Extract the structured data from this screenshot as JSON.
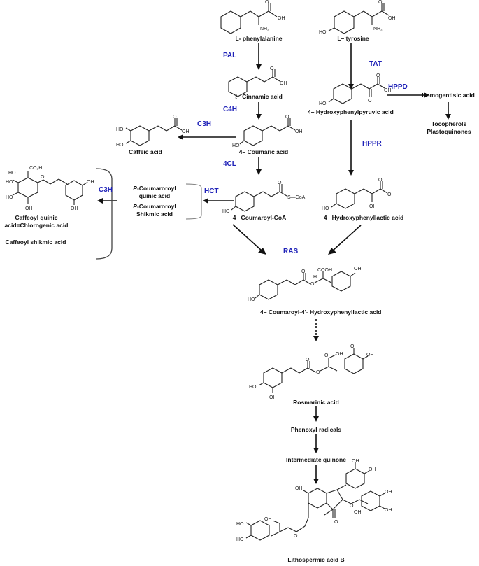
{
  "compounds": {
    "phenylalanine": "L- phenylalanine",
    "tyrosine": "L– tyrosine",
    "cinnamic_italic": "t",
    "cinnamic_rest": "– Cinnamic acid",
    "hydroxyphenylpyruvic": "4– Hydroxyphenylpyruvic acid",
    "homogentisic": "Homogentisic acid",
    "tocopherols": [
      "Tocopherols",
      "Plastoquinones"
    ],
    "caffeic": "Caffeic acid",
    "coumaric": "4– Coumaric acid",
    "caffeoyl_quinic": [
      "Caffeoyl quinic",
      "acid=Chlorogenic acid"
    ],
    "caffeoyl_shikmic": "Caffeoyl  shikmic acid",
    "p_coumaroyl_quinic": [
      "P",
      "-Coumaroroyl",
      "quinic acid"
    ],
    "p_coumaroyl_shikmic": [
      "P",
      "-Coumaroroyl",
      "Shikmic acid"
    ],
    "coumaroyl_coa": "4– Coumaroyl-CoA",
    "hydroxyphenyllactic": "4– Hydroxyphenyllactic acid",
    "coumaroyl_hpl": "4– Coumaroyl-4'- Hydroxyphenyllactic acid",
    "rosmarinic": "Rosmarinic acid",
    "phenoxyl": "Phenoxyl radicals",
    "quinone": "Intermediate quinone",
    "lithospermic": "Lithospermic acid B"
  },
  "enzymes": {
    "pal": "PAL",
    "tat": "TAT",
    "c4h": "C4H",
    "hppd": "HPPD",
    "c3h_top": "C3H",
    "hppr": "HPPR",
    "four_cl": "4CL",
    "hct": "HCT",
    "c3h_left": "C3H",
    "ras": "RAS"
  },
  "atoms": {
    "oh": "OH",
    "ho": "HO",
    "nh2": "NH₂",
    "o": "O",
    "h": "H",
    "cooh": "COOH",
    "co2h": "CO₂H",
    "scoa": "S—CoA"
  },
  "colors": {
    "enzyme": "#1f22b8",
    "text": "#111111"
  }
}
